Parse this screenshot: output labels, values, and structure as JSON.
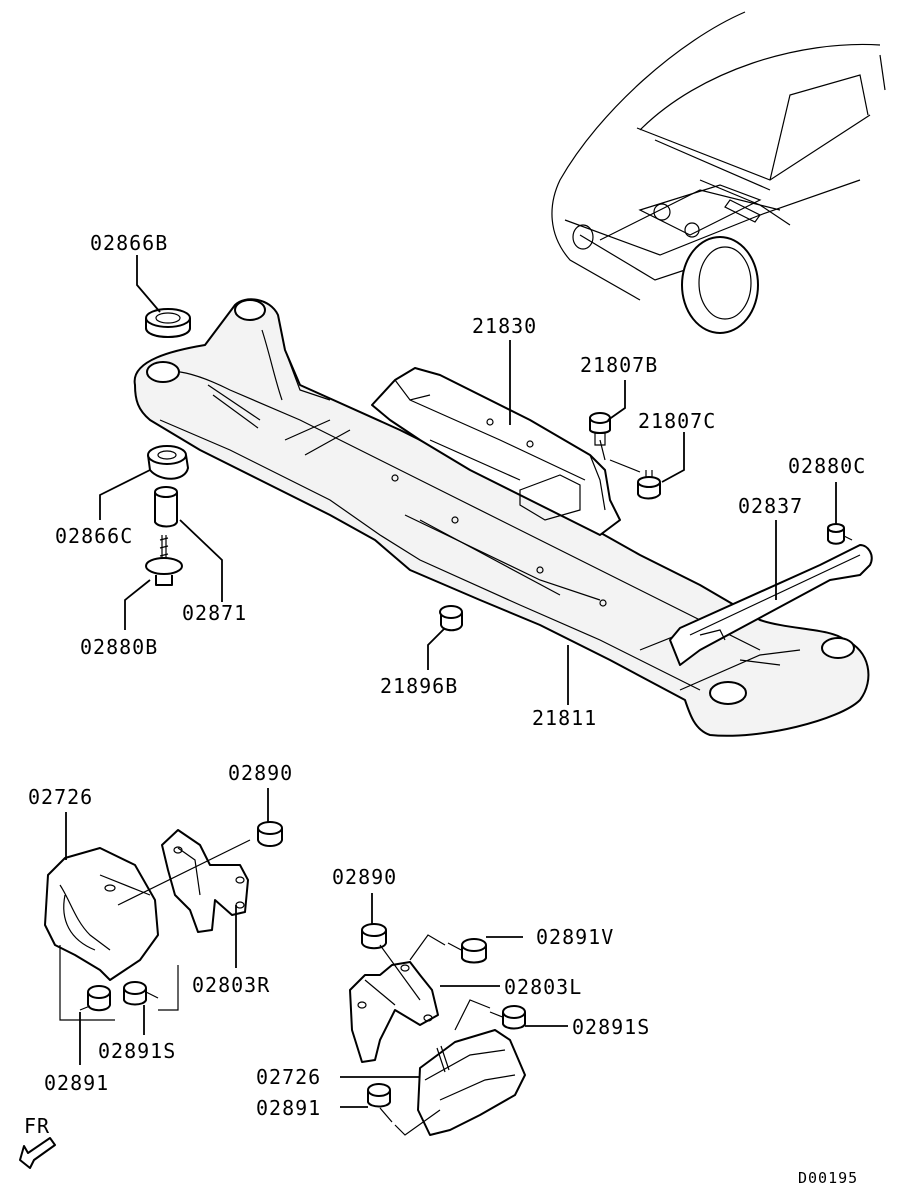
{
  "callouts": [
    {
      "id": "02866B",
      "text": "02866B"
    },
    {
      "id": "21830",
      "text": "21830"
    },
    {
      "id": "21807B",
      "text": "21807B"
    },
    {
      "id": "21807C",
      "text": "21807C"
    },
    {
      "id": "02880C",
      "text": "02880C"
    },
    {
      "id": "02837",
      "text": "02837"
    },
    {
      "id": "02866C",
      "text": "02866C"
    },
    {
      "id": "02871",
      "text": "02871"
    },
    {
      "id": "02880B",
      "text": "02880B"
    },
    {
      "id": "21896B",
      "text": "21896B"
    },
    {
      "id": "21811",
      "text": "21811"
    },
    {
      "id": "02890_left",
      "text": "02890"
    },
    {
      "id": "02726_left",
      "text": "02726"
    },
    {
      "id": "02803R",
      "text": "02803R"
    },
    {
      "id": "02891S_left",
      "text": "02891S"
    },
    {
      "id": "02891_left",
      "text": "02891"
    },
    {
      "id": "02890_right",
      "text": "02890"
    },
    {
      "id": "02891V",
      "text": "02891V"
    },
    {
      "id": "02803L",
      "text": "02803L"
    },
    {
      "id": "02891S_right",
      "text": "02891S"
    },
    {
      "id": "02726_right",
      "text": "02726"
    },
    {
      "id": "02891_right",
      "text": "02891"
    }
  ],
  "direction_label": "FR",
  "diagram_code": "D00195"
}
